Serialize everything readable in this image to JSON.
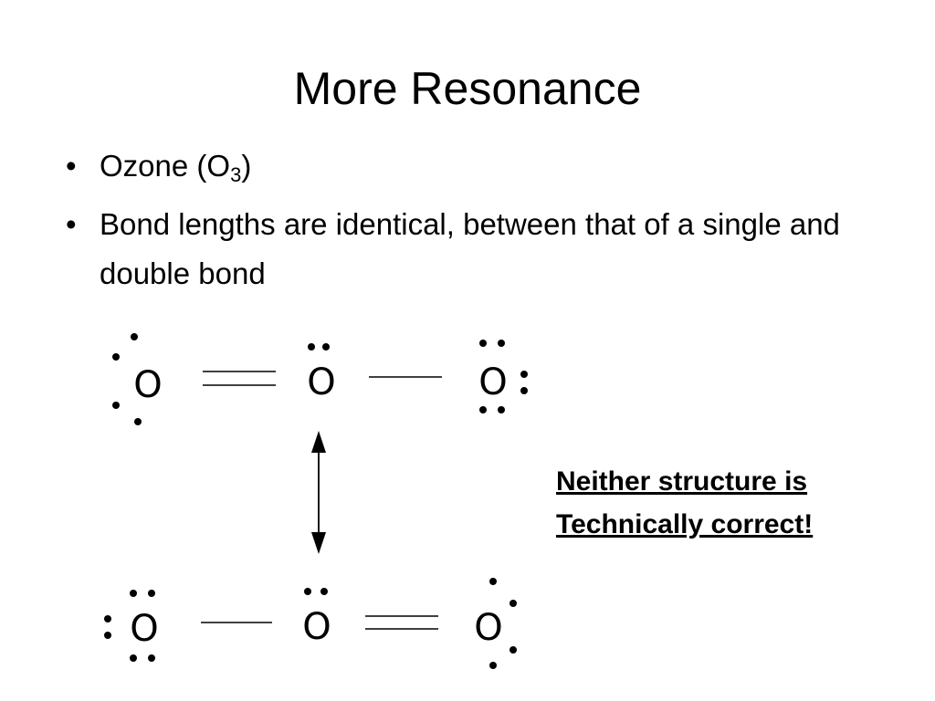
{
  "slide": {
    "title": "More Resonance",
    "bullets": [
      {
        "marker": "•",
        "text_before": "Ozone (O",
        "subscript": "3",
        "text_after": ")"
      },
      {
        "marker": "•",
        "text": "Bond lengths are identical, between that of a single and double bond"
      }
    ],
    "note": {
      "line1": "Neither structure is",
      "line2": "Technically correct!"
    }
  },
  "diagram": {
    "atom_symbol": "O",
    "structure_1": {
      "atoms": [
        "O",
        "O",
        "O"
      ],
      "bonds": [
        "double",
        "single"
      ]
    },
    "structure_2": {
      "atoms": [
        "O",
        "O",
        "O"
      ],
      "bonds": [
        "single",
        "double"
      ]
    },
    "resonance_arrow": "double-headed"
  }
}
